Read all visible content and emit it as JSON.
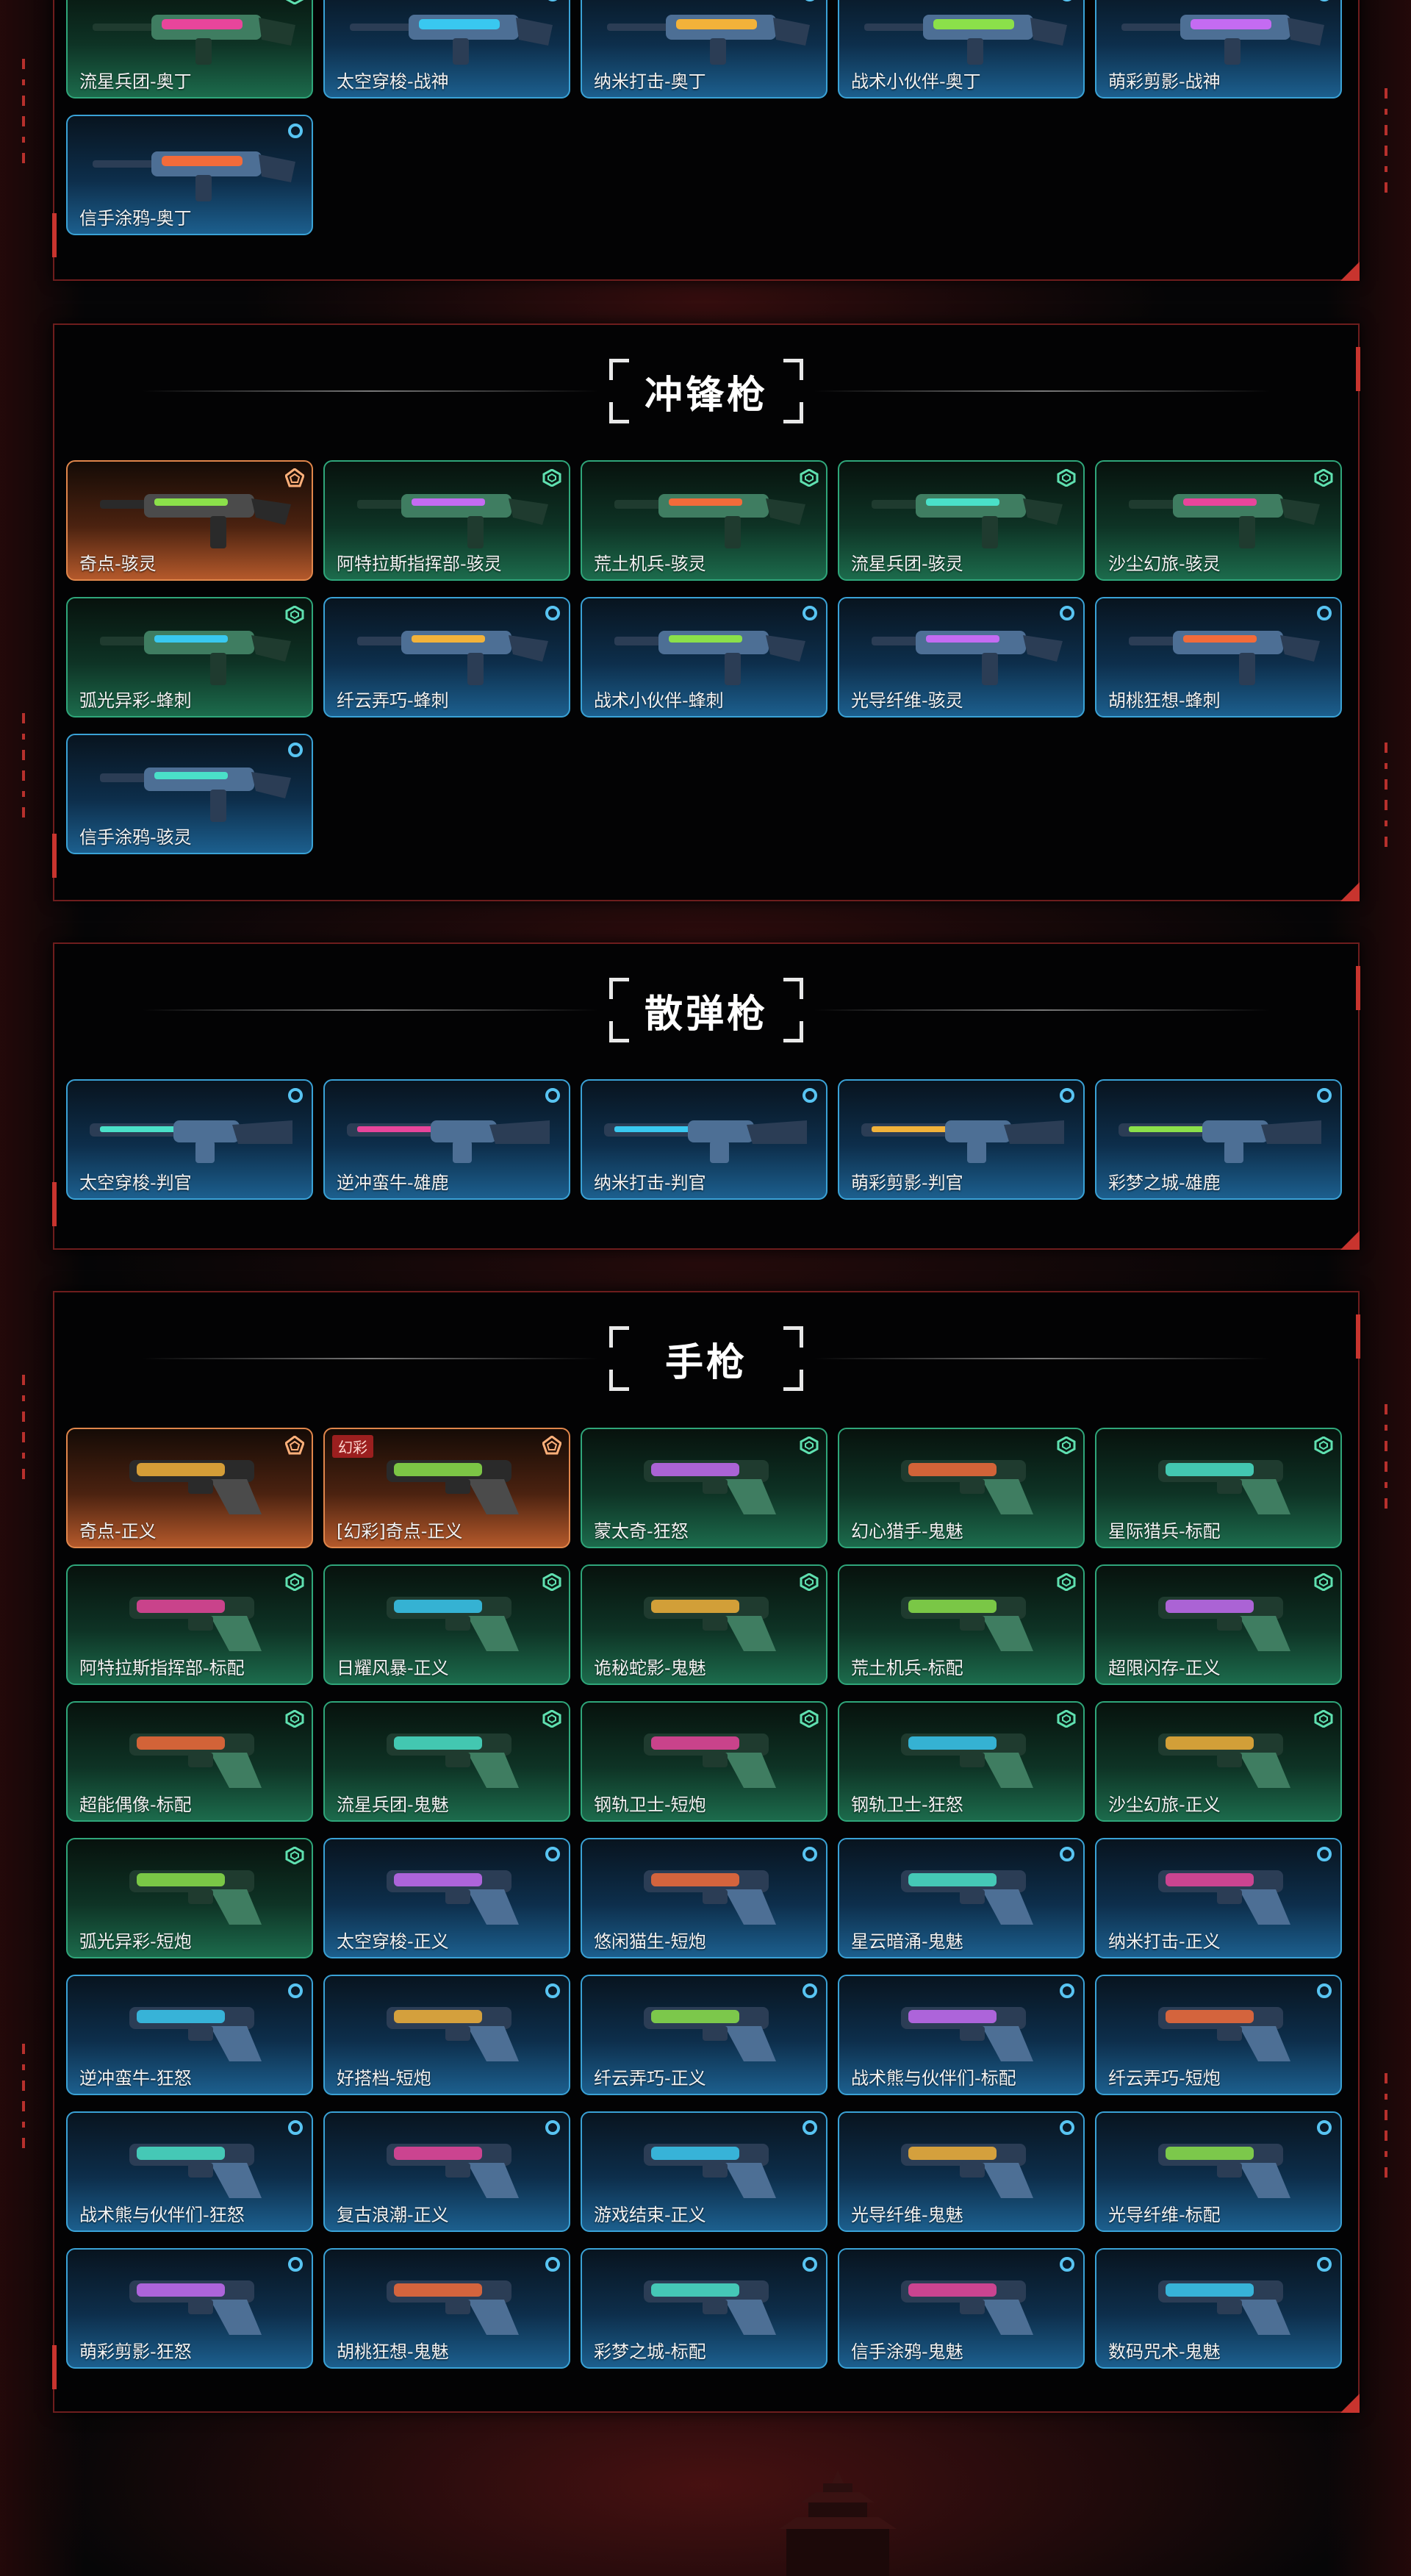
{
  "decor": {
    "accent": "#c8342e",
    "rarity_colors": {
      "blue": "#3aa2d6",
      "green": "#2fa67a",
      "orange": "#e0864b"
    }
  },
  "sections": [
    {
      "id": "top-continued",
      "title": "",
      "items": [
        {
          "name": "流星兵团-奥丁",
          "rarity": "green",
          "icon": "rifle-icon"
        },
        {
          "name": "太空穿梭-战神",
          "rarity": "blue",
          "icon": "rifle-icon"
        },
        {
          "name": "纳米打击-奥丁",
          "rarity": "blue",
          "icon": "rifle-icon"
        },
        {
          "name": "战术小伙伴-奥丁",
          "rarity": "blue",
          "icon": "rifle-icon"
        },
        {
          "name": "萌彩剪影-战神",
          "rarity": "blue",
          "icon": "rifle-icon"
        },
        {
          "name": "信手涂鸦-奥丁",
          "rarity": "blue",
          "icon": "rifle-icon"
        }
      ]
    },
    {
      "id": "smg",
      "title": "冲锋枪",
      "items": [
        {
          "name": "奇点-骇灵",
          "rarity": "orange",
          "icon": "smg-icon"
        },
        {
          "name": "阿特拉斯指挥部-骇灵",
          "rarity": "green",
          "icon": "smg-icon"
        },
        {
          "name": "荒土机兵-骇灵",
          "rarity": "green",
          "icon": "smg-icon"
        },
        {
          "name": "流星兵团-骇灵",
          "rarity": "green",
          "icon": "smg-icon"
        },
        {
          "name": "沙尘幻旅-骇灵",
          "rarity": "green",
          "icon": "smg-icon"
        },
        {
          "name": "弧光异彩-蜂刺",
          "rarity": "green",
          "icon": "smg-icon"
        },
        {
          "name": "纤云弄巧-蜂刺",
          "rarity": "blue",
          "icon": "smg-icon"
        },
        {
          "name": "战术小伙伴-蜂刺",
          "rarity": "blue",
          "icon": "smg-icon"
        },
        {
          "name": "光导纤维-骇灵",
          "rarity": "blue",
          "icon": "smg-icon"
        },
        {
          "name": "胡桃狂想-蜂刺",
          "rarity": "blue",
          "icon": "smg-icon"
        },
        {
          "name": "信手涂鸦-骇灵",
          "rarity": "blue",
          "icon": "smg-icon"
        }
      ]
    },
    {
      "id": "shotgun",
      "title": "散弹枪",
      "items": [
        {
          "name": "太空穿梭-判官",
          "rarity": "blue",
          "icon": "shotgun-icon"
        },
        {
          "name": "逆冲蛮牛-雄鹿",
          "rarity": "blue",
          "icon": "shotgun-icon"
        },
        {
          "name": "纳米打击-判官",
          "rarity": "blue",
          "icon": "shotgun-icon"
        },
        {
          "name": "萌彩剪影-判官",
          "rarity": "blue",
          "icon": "shotgun-icon"
        },
        {
          "name": "彩梦之城-雄鹿",
          "rarity": "blue",
          "icon": "shotgun-icon"
        }
      ]
    },
    {
      "id": "pistol",
      "title": "手枪",
      "items": [
        {
          "name": "奇点-正义",
          "rarity": "orange",
          "icon": "pistol-icon"
        },
        {
          "name": "[幻彩]奇点-正义",
          "rarity": "orange",
          "icon": "pistol-icon",
          "badge": "幻彩"
        },
        {
          "name": "蒙太奇-狂怒",
          "rarity": "green",
          "icon": "pistol-icon"
        },
        {
          "name": "幻心猎手-鬼魅",
          "rarity": "green",
          "icon": "pistol-icon"
        },
        {
          "name": "星际猎兵-标配",
          "rarity": "green",
          "icon": "pistol-icon"
        },
        {
          "name": "阿特拉斯指挥部-标配",
          "rarity": "green",
          "icon": "pistol-icon"
        },
        {
          "name": "日耀风暴-正义",
          "rarity": "green",
          "icon": "pistol-icon"
        },
        {
          "name": "诡秘蛇影-鬼魅",
          "rarity": "green",
          "icon": "pistol-icon"
        },
        {
          "name": "荒土机兵-标配",
          "rarity": "green",
          "icon": "pistol-icon"
        },
        {
          "name": "超限闪存-正义",
          "rarity": "green",
          "icon": "pistol-icon"
        },
        {
          "name": "超能偶像-标配",
          "rarity": "green",
          "icon": "pistol-icon"
        },
        {
          "name": "流星兵团-鬼魅",
          "rarity": "green",
          "icon": "pistol-icon"
        },
        {
          "name": "钢轨卫士-短炮",
          "rarity": "green",
          "icon": "pistol-icon"
        },
        {
          "name": "钢轨卫士-狂怒",
          "rarity": "green",
          "icon": "pistol-icon"
        },
        {
          "name": "沙尘幻旅-正义",
          "rarity": "green",
          "icon": "pistol-icon"
        },
        {
          "name": "弧光异彩-短炮",
          "rarity": "green",
          "icon": "pistol-icon"
        },
        {
          "name": "太空穿梭-正义",
          "rarity": "blue",
          "icon": "pistol-icon"
        },
        {
          "name": "悠闲猫生-短炮",
          "rarity": "blue",
          "icon": "pistol-icon"
        },
        {
          "name": "星云暗涌-鬼魅",
          "rarity": "blue",
          "icon": "pistol-icon"
        },
        {
          "name": "纳米打击-正义",
          "rarity": "blue",
          "icon": "pistol-icon"
        },
        {
          "name": "逆冲蛮牛-狂怒",
          "rarity": "blue",
          "icon": "pistol-icon"
        },
        {
          "name": "好搭档-短炮",
          "rarity": "blue",
          "icon": "pistol-icon"
        },
        {
          "name": "纤云弄巧-正义",
          "rarity": "blue",
          "icon": "pistol-icon"
        },
        {
          "name": "战术熊与伙伴们-标配",
          "rarity": "blue",
          "icon": "pistol-icon"
        },
        {
          "name": "纤云弄巧-短炮",
          "rarity": "blue",
          "icon": "pistol-icon"
        },
        {
          "name": "战术熊与伙伴们-狂怒",
          "rarity": "blue",
          "icon": "pistol-icon"
        },
        {
          "name": "复古浪潮-正义",
          "rarity": "blue",
          "icon": "pistol-icon"
        },
        {
          "name": "游戏结束-正义",
          "rarity": "blue",
          "icon": "pistol-icon"
        },
        {
          "name": "光导纤维-鬼魅",
          "rarity": "blue",
          "icon": "pistol-icon"
        },
        {
          "name": "光导纤维-标配",
          "rarity": "blue",
          "icon": "pistol-icon"
        },
        {
          "name": "萌彩剪影-狂怒",
          "rarity": "blue",
          "icon": "pistol-icon"
        },
        {
          "name": "胡桃狂想-鬼魅",
          "rarity": "blue",
          "icon": "pistol-icon"
        },
        {
          "name": "彩梦之城-标配",
          "rarity": "blue",
          "icon": "pistol-icon"
        },
        {
          "name": "信手涂鸦-鬼魅",
          "rarity": "blue",
          "icon": "pistol-icon"
        },
        {
          "name": "数码咒术-鬼魅",
          "rarity": "blue",
          "icon": "pistol-icon"
        }
      ]
    }
  ]
}
